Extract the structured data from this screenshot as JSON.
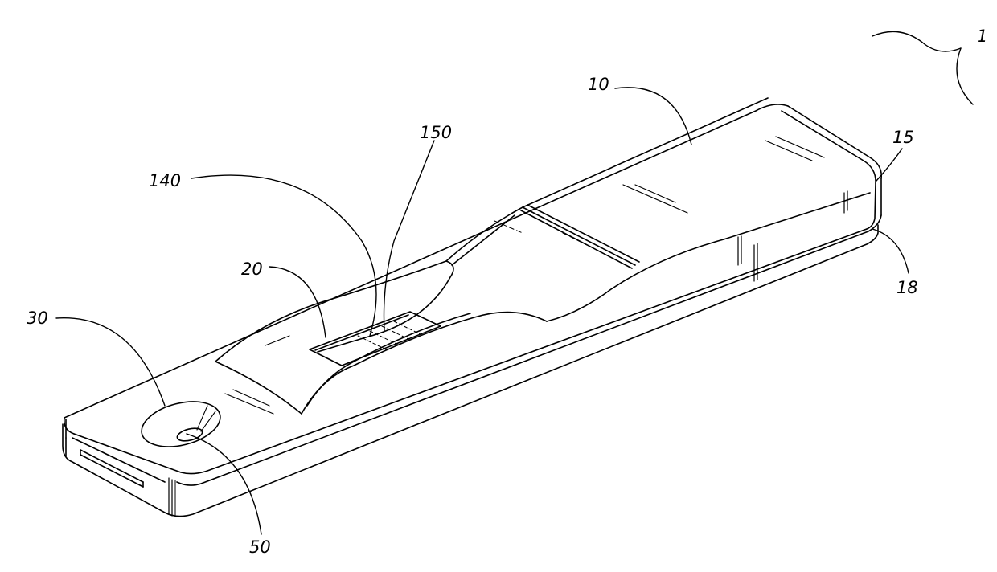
{
  "figure": {
    "ink_color": "#000000",
    "paper_color": "#ffffff",
    "reference_numerals": {
      "device": "1",
      "housing": "10",
      "end_face": "15",
      "seam": "18",
      "window": "20",
      "sample_well": "30",
      "well_opening": "50",
      "test_line": "140",
      "control_line": "150"
    }
  }
}
